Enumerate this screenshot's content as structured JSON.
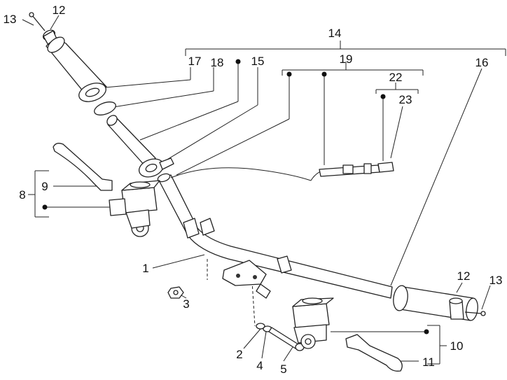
{
  "labels": {
    "l1": "1",
    "l2": "2",
    "l3": "3",
    "l4": "4",
    "l5": "5",
    "l8": "8",
    "l9": "9",
    "l10": "10",
    "l11": "11",
    "l12_top": "12",
    "l12_right": "12",
    "l13_top": "13",
    "l13_right": "13",
    "l14": "14",
    "l15": "15",
    "l16": "16",
    "l17": "17",
    "l18": "18",
    "l19": "19",
    "l22": "22",
    "l23": "23"
  }
}
